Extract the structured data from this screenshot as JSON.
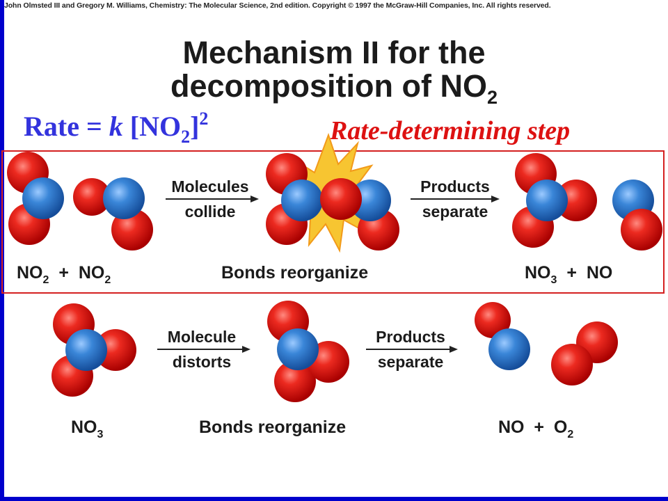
{
  "copyright": "John Olmsted III and Gregory M. Williams, Chemistry: The Molecular Science, 2nd edition. Copyright © 1997 the McGraw-Hill Companies, Inc. All rights reserved.",
  "title": {
    "line1": "Mechanism II for the",
    "line2_main": "decomposition of NO",
    "line2_sub": "2"
  },
  "rate_law": {
    "prefix": "Rate = ",
    "k": "k",
    "bracket_open": " [NO",
    "sub": "2",
    "bracket_close": "]",
    "exponent": "2"
  },
  "rate_determining": "Rate-determining step",
  "step1": {
    "arrow1_line1": "Molecules",
    "arrow1_line2": "collide",
    "arrow2_line1": "Products",
    "arrow2_line2": "separate",
    "reactants": {
      "a": "NO",
      "a_sub": "2",
      "plus": "+",
      "b": "NO",
      "b_sub": "2"
    },
    "middle": "Bonds reorganize",
    "products": {
      "a": "NO",
      "a_sub": "3",
      "plus": "+",
      "b": "NO"
    }
  },
  "step2": {
    "arrow1_line1": "Molecule",
    "arrow1_line2": "distorts",
    "arrow2_line1": "Products",
    "arrow2_line2": "separate",
    "reactant": {
      "a": "NO",
      "a_sub": "3"
    },
    "middle": "Bonds reorganize",
    "products": {
      "a": "NO",
      "plus": "+",
      "b": "O",
      "b_sub": "2"
    }
  },
  "colors": {
    "sidebar": "#0000cc",
    "rate_law": "#3333dd",
    "rate_determining": "#dd1111",
    "box_border": "#d42020",
    "oxygen": "#e01010",
    "nitrogen": "#2f7fd8",
    "burst": "#f7c531"
  }
}
